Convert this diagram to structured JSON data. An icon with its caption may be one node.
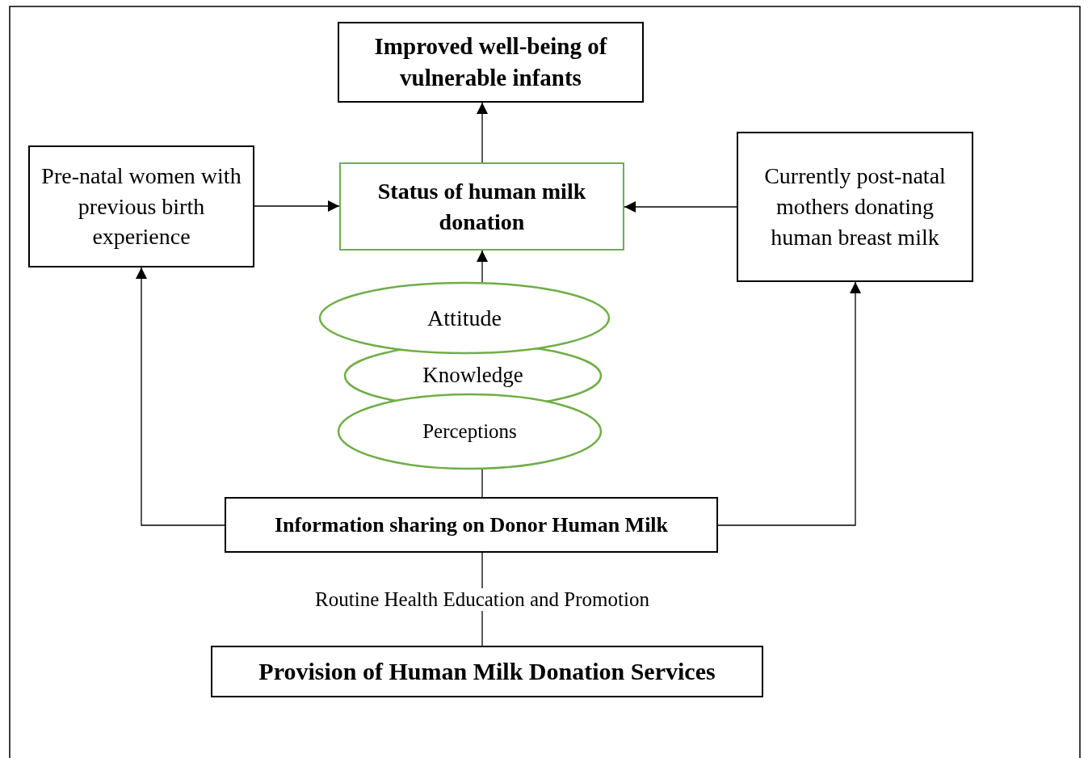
{
  "diagram": {
    "nodes": [
      {
        "text": [
          "Improved well-being of vulnerable infants"
        ]
      },
      {
        "text": [
          "Pre-natal women with previous birth experience"
        ]
      },
      {
        "text": [
          "Status of human milk donation"
        ]
      },
      {
        "text": [
          "Currently post-natal mothers donating human breast milk"
        ]
      },
      {
        "text": [
          "Attitude"
        ]
      },
      {
        "text": [
          "Knowledge"
        ]
      },
      {
        "text": [
          "Perceptions"
        ]
      },
      {
        "text": [
          "Information sharing on Donor Human Milk"
        ]
      },
      {
        "text": [
          "Provision of Human Milk Donation Services"
        ]
      }
    ],
    "edges": [
      {
        "from": 2,
        "to": 0,
        "arrow": "to"
      },
      {
        "from": 1,
        "to": 2,
        "arrow": "to"
      },
      {
        "from": 3,
        "to": 2,
        "arrow": "to"
      },
      {
        "from": 4,
        "to": 2,
        "arrow": "to"
      },
      {
        "from": 7,
        "to": 6,
        "arrow": "none"
      },
      {
        "from": 7,
        "to": 1,
        "arrow": "to"
      },
      {
        "from": 7,
        "to": 3,
        "arrow": "to"
      },
      {
        "from": 7,
        "to": 8,
        "arrow": "none",
        "label": "Routine Health Education and Promotion"
      }
    ]
  }
}
